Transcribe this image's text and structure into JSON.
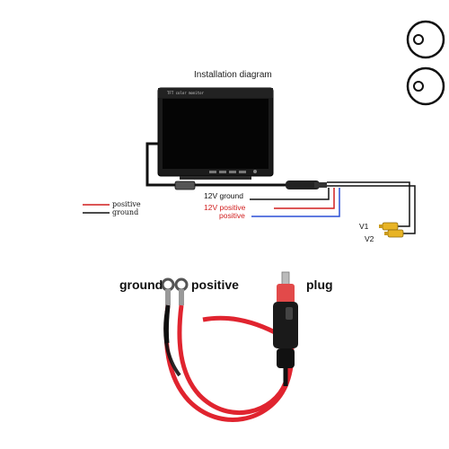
{
  "diagram": {
    "title": "Installation diagram",
    "monitor_brand": "TFT color monitor",
    "legend": [
      {
        "label": "positive",
        "color": "#d11f1f"
      },
      {
        "label": "ground",
        "color": "#111111"
      }
    ],
    "wire_labels": [
      {
        "label": "12V ground",
        "color": "#111111"
      },
      {
        "label": "12V positive",
        "color": "#d11f1f"
      },
      {
        "label": "positive",
        "color": "#2a4fd6"
      }
    ],
    "video_inputs": [
      "V1",
      "V2"
    ]
  },
  "photo": {
    "labels": {
      "ground": "ground",
      "positive": "positive",
      "plug": "plug"
    }
  },
  "colors": {
    "red_wire": "#e0242f",
    "black_wire": "#111111",
    "blue_wire": "#2a4fd6",
    "rca_yellow": "#e8b425"
  },
  "side_icons": [
    "circle-partial-icon",
    "circle-partial-icon"
  ]
}
